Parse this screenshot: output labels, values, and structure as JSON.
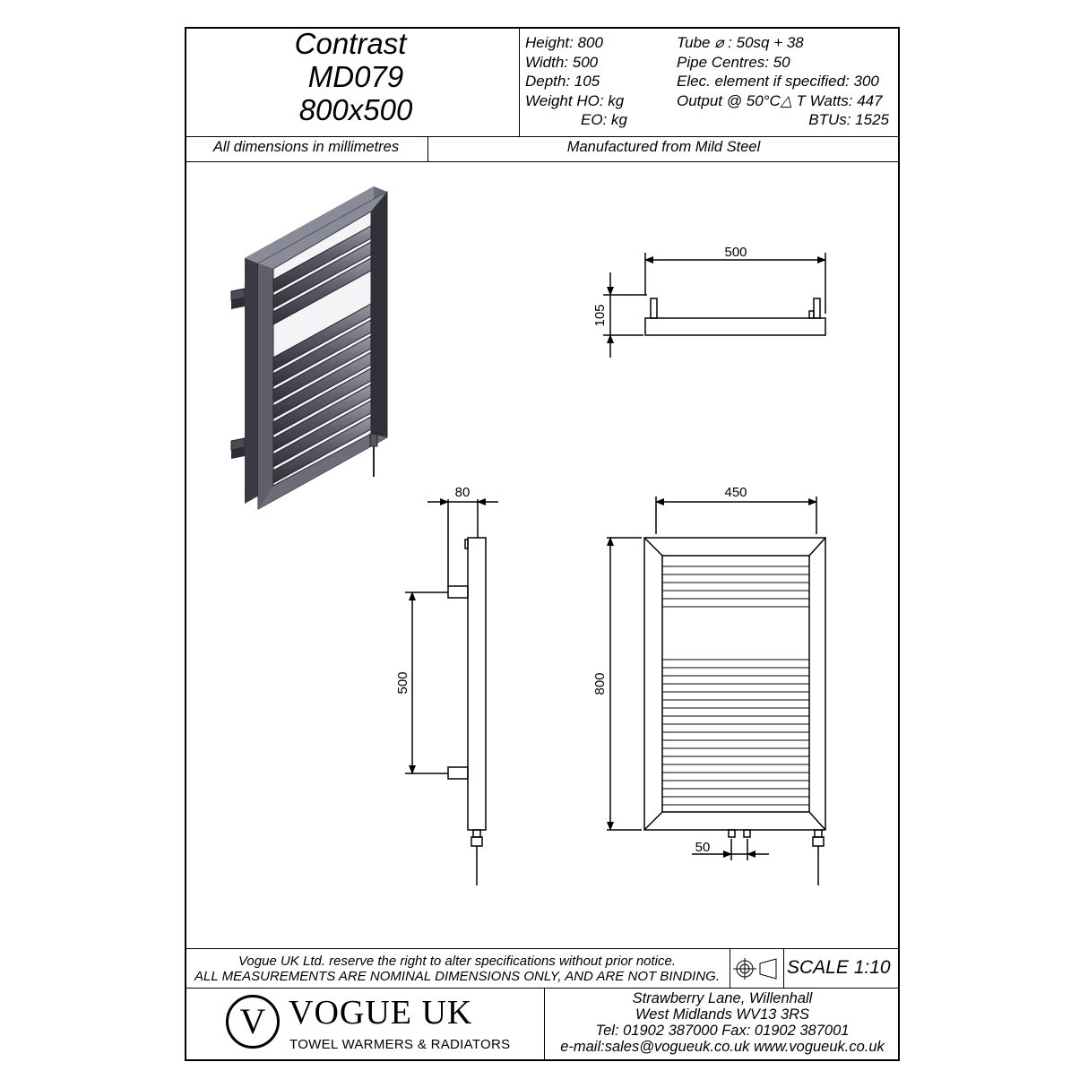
{
  "title": {
    "line1": "Contrast",
    "line2": "MD079",
    "line3": "800x500"
  },
  "specs_left": {
    "height": "Height: 800",
    "width": "Width: 500",
    "depth": "Depth: 105",
    "weight_ho": "Weight HO:  kg",
    "weight_eo": "EO:  kg"
  },
  "specs_right": {
    "tube": "Tube ⌀ : 50sq + 38",
    "pipe_centres": "Pipe Centres: 50",
    "elec": "Elec. element if specified: 300",
    "output": "Output @ 50°C△ T Watts: 447",
    "btus": "BTUs: 1525"
  },
  "row2": {
    "units": "All dimensions in millimetres",
    "material": "Manufactured from Mild Steel"
  },
  "dimensions": {
    "top_width": "500",
    "top_depth": "105",
    "side_depth": "80",
    "side_brackets": "500",
    "front_width": "450",
    "front_height": "800",
    "front_pipe": "50"
  },
  "footer": {
    "disclaimer1": "Vogue UK Ltd. reserve the right to alter specifications without prior notice.",
    "disclaimer2": "ALL MEASUREMENTS ARE NOMINAL DIMENSIONS ONLY, AND ARE NOT BINDING.",
    "scale": "SCALE 1:10",
    "logo_letter": "V",
    "brand": "VOGUE UK",
    "tagline": "TOWEL WARMERS & RADIATORS",
    "address1": "Strawberry Lane, Willenhall",
    "address2": "West Midlands WV13 3RS",
    "phone": "Tel: 01902 387000  Fax: 01902 387001",
    "email": "e-mail:sales@vogueuk.co.uk  www.vogueuk.co.uk"
  },
  "colors": {
    "ink": "#000000",
    "render_dark": "#3a3b44",
    "render_mid": "#5b5c68",
    "render_light": "#8a8b98"
  }
}
